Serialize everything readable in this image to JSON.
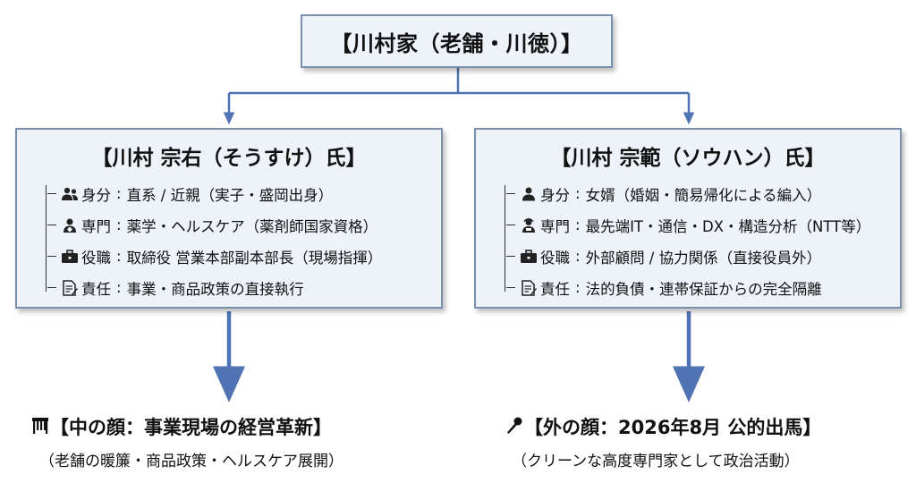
{
  "top": {
    "title": "【川村家（老舗・川徳）】"
  },
  "left": {
    "title": "【川村 宗右（そうすけ）氏】",
    "rows": [
      {
        "icon": "people-icon",
        "label": "身分",
        "value": "直系 / 近親（実子・盛岡出身）"
      },
      {
        "icon": "pharmacist-icon",
        "label": "専門",
        "value": "薬学・ヘルスケア（薬剤師国家資格）"
      },
      {
        "icon": "briefcase-icon",
        "label": "役職",
        "value": "取締役 営業本部副本部長（現場指揮）"
      },
      {
        "icon": "document-icon",
        "label": "責任",
        "value": "事業・商品政策の直接執行"
      }
    ],
    "face_title": "【中の顔：事業現場の経営革新】",
    "face_icon": "shopfront-icon",
    "face_sub": "（老舗の暖簾・商品政策・ヘルスケア展開）"
  },
  "right": {
    "title": "【川村 宗範（ソウハン）氏】",
    "rows": [
      {
        "icon": "person-icon",
        "label": "身分",
        "value": "女婿（婚姻・簡易帰化による編入）"
      },
      {
        "icon": "engineer-icon",
        "label": "専門",
        "value": "最先端IT・通信・DX・構造分析（NTT等）"
      },
      {
        "icon": "briefcase-icon",
        "label": "役職",
        "value": "外部顧問 / 協力関係（直接役員外）"
      },
      {
        "icon": "document-icon",
        "label": "責任",
        "value": "法的負債・連帯保証からの完全隔離"
      }
    ],
    "face_title": "【外の顔：2026年8月 公的出馬】",
    "face_icon": "microphone-icon",
    "face_sub": "（クリーンな高度専門家として政治活動）"
  },
  "colors": {
    "box_fill": "#eef3fa",
    "box_border": "#7b8fae",
    "arrow": "#4f73b3"
  }
}
